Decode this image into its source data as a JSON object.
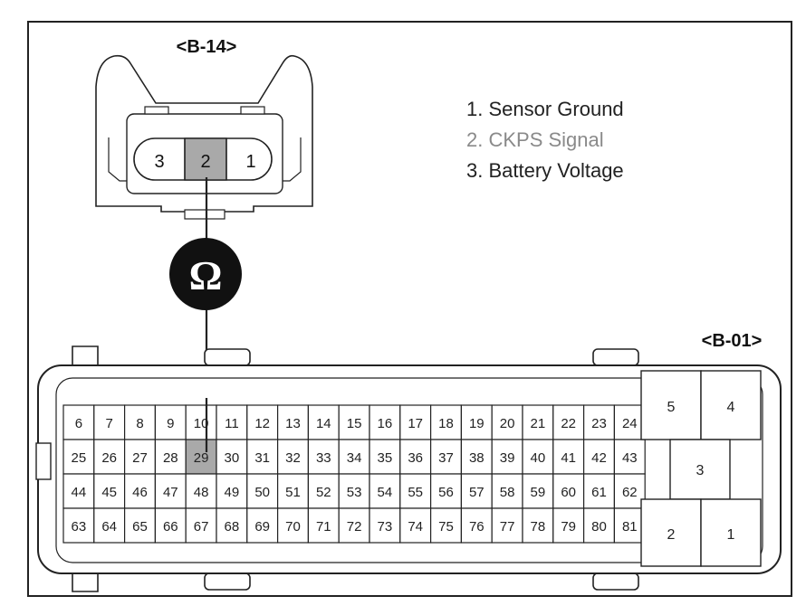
{
  "sensor_connector": {
    "id": "<B-14>",
    "pins": [
      "3",
      "2",
      "1"
    ]
  },
  "legend": [
    {
      "text": "1. Sensor Ground",
      "color": "#222222"
    },
    {
      "text": "2. CKPS Signal",
      "color": "#8a8a8a"
    },
    {
      "text": "3. Battery Voltage",
      "color": "#222222"
    }
  ],
  "meter_symbol": "Ω",
  "ecm_connector": {
    "id": "<B-01>",
    "rows": [
      [
        "6",
        "7",
        "8",
        "9",
        "10",
        "11",
        "12",
        "13",
        "14",
        "15",
        "16",
        "17",
        "18",
        "19",
        "20",
        "21",
        "22",
        "23",
        "24"
      ],
      [
        "25",
        "26",
        "27",
        "28",
        "29",
        "30",
        "31",
        "32",
        "33",
        "34",
        "35",
        "36",
        "37",
        "38",
        "39",
        "40",
        "41",
        "42",
        "43"
      ],
      [
        "44",
        "45",
        "46",
        "47",
        "48",
        "49",
        "50",
        "51",
        "52",
        "53",
        "54",
        "55",
        "56",
        "57",
        "58",
        "59",
        "60",
        "61",
        "62"
      ],
      [
        "63",
        "64",
        "65",
        "66",
        "67",
        "68",
        "69",
        "70",
        "71",
        "72",
        "73",
        "74",
        "75",
        "76",
        "77",
        "78",
        "79",
        "80",
        "81"
      ]
    ],
    "highlighted_pin": "29",
    "power_pins": [
      "5",
      "4",
      "3",
      "2",
      "1"
    ]
  },
  "colors": {
    "line": "#222222",
    "highlight": "#a9a9a9",
    "meter_fill": "#111111"
  }
}
